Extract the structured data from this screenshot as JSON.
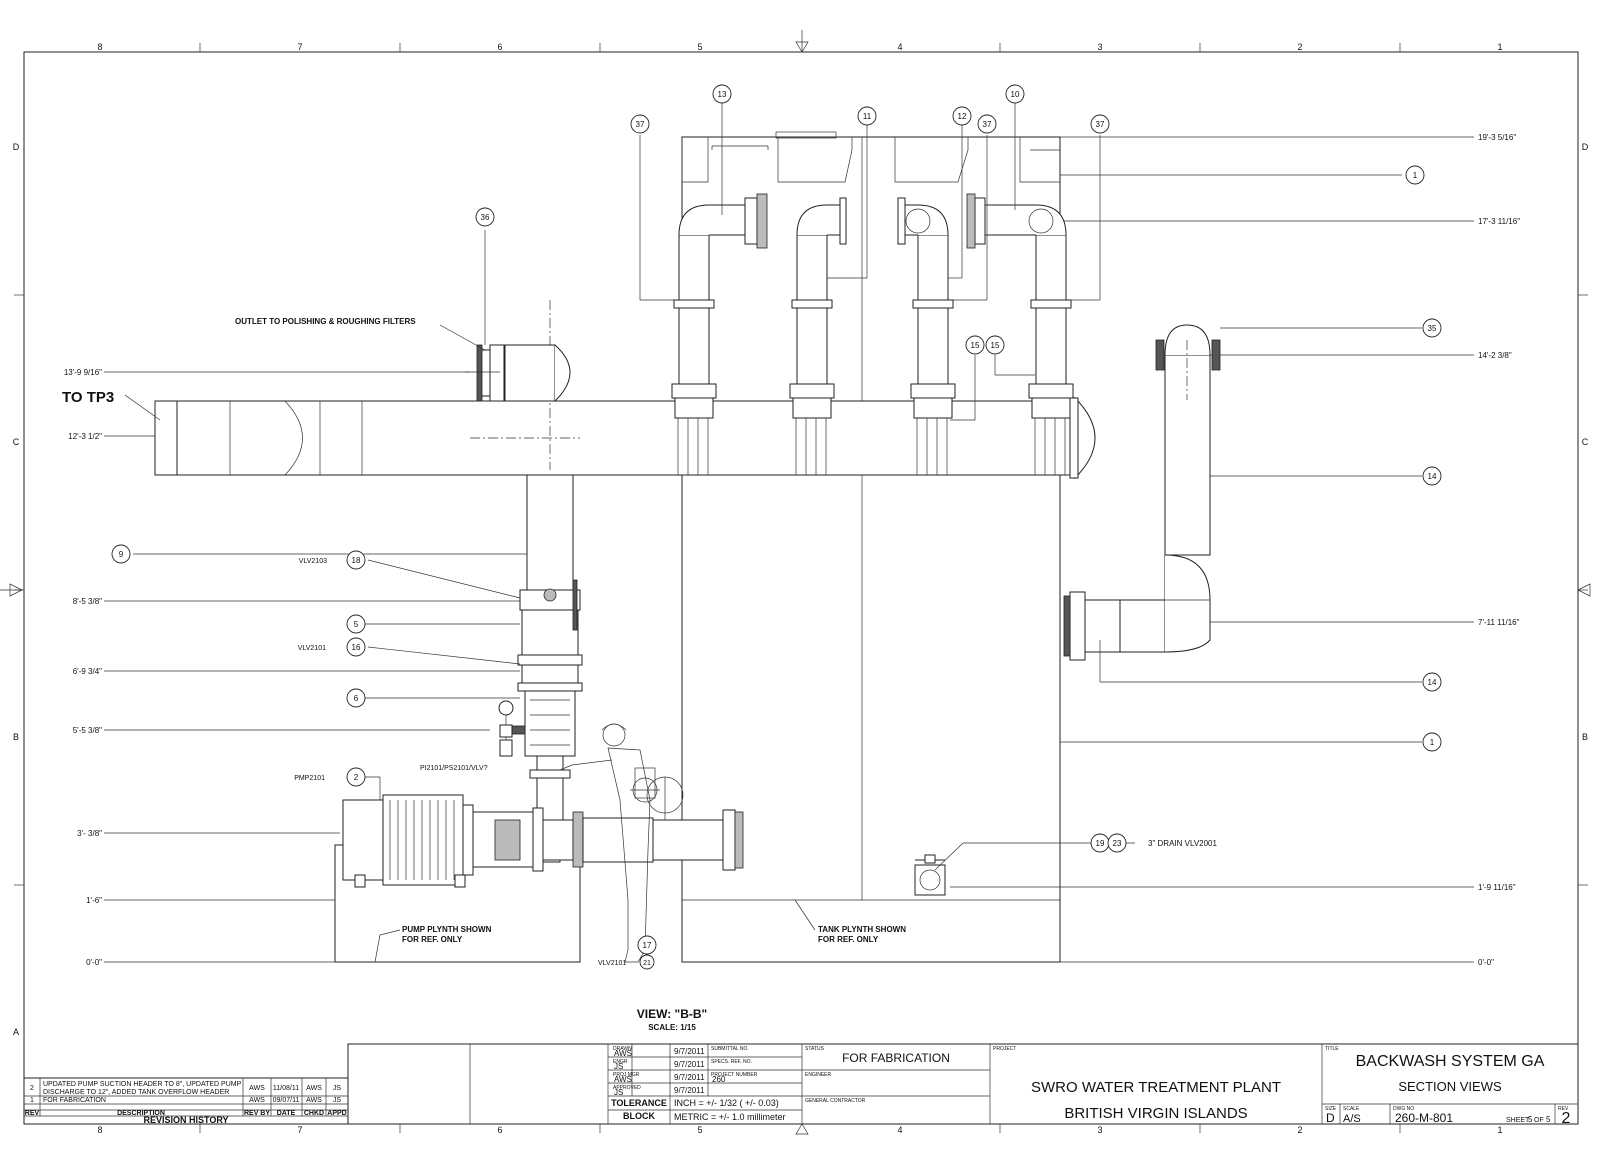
{
  "border": {
    "columns": [
      "8",
      "7",
      "6",
      "5",
      "4",
      "3",
      "2",
      "1"
    ],
    "rows": [
      "D",
      "C",
      "B",
      "A"
    ]
  },
  "view": {
    "title": "VIEW: \"B-B\"",
    "scale": "SCALE: 1/15"
  },
  "elevations": {
    "left": [
      "13'-9 9/16\"",
      "12'-3 1/2\"",
      "8'-5 3/8\"",
      "6'-9 3/4\"",
      "5'-5 3/8\"",
      "3'- 3/8\"",
      "1'-6\"",
      "0'-0\""
    ],
    "right": [
      "19'-3 5/16\"",
      "17'-3 11/16\"",
      "14'-2 3/8\"",
      "7'-11 11/16\"",
      "1'-9 11/16\"",
      "0'-0\""
    ]
  },
  "callouts": {
    "c36": "36",
    "c37a": "37",
    "c13": "13",
    "c11": "11",
    "c12": "12",
    "c37b": "37",
    "c10": "10",
    "c37c": "37",
    "c1a": "1",
    "c35": "35",
    "c15a": "15",
    "c15b": "15",
    "c14a": "14",
    "c14b": "14",
    "c1b": "1",
    "c9": "9",
    "c18": "18",
    "c5": "5",
    "c16": "16",
    "c6": "6",
    "c2": "2",
    "c19": "19",
    "c23": "23",
    "c17": "17",
    "c21": "21"
  },
  "labels": {
    "outlet": "OUTLET TO POLISHING & ROUGHING FILTERS",
    "totp3": "TO TP3",
    "vlv2103": "VLV2103",
    "vlv2101": "VLV2101",
    "pi2101": "PI2101/PS2101/VLV?",
    "pmp2101": "PMP2101",
    "drain": "3\" DRAIN VLV2001",
    "pump_plynth_1": "PUMP PLYNTH SHOWN",
    "pump_plynth_2": "FOR REF. ONLY",
    "tank_plynth_1": "TANK PLYNTH SHOWN",
    "tank_plynth_2": "FOR REF. ONLY",
    "vlv2101b": "VLV2101"
  },
  "revisions": {
    "rows": [
      {
        "rev": "2",
        "desc1": "UPDATED PUMP SUCTION HEADER TO 8\", UPDATED PUMP",
        "desc2": "DISCHARGE TO 12\", ADDED TANK OVERFLOW HEADER",
        "by": "AWS",
        "date": "11/08/11",
        "chkd": "AWS",
        "appd": "JS"
      },
      {
        "rev": "1",
        "desc1": "FOR FABRICATION",
        "desc2": "",
        "by": "AWS",
        "date": "09/07/11",
        "chkd": "AWS",
        "appd": "JS"
      }
    ],
    "headers": {
      "rev": "REV",
      "desc": "DESCRIPTION",
      "by": "REV BY",
      "date": "DATE",
      "chkd": "CHKD",
      "appd": "APPD"
    },
    "footer": "REVISION HISTORY"
  },
  "titleblock": {
    "drawn_label": "DRAWN",
    "drawn": "AWS",
    "drawn_date": "9/7/2011",
    "engr_label": "ENGR",
    "engr": "JS",
    "engr_date": "9/7/2011",
    "mgr_label": "PROJ MGR",
    "mgr": "AWS",
    "mgr_date": "9/7/2011",
    "appr_label": "APPROVED",
    "appr": "JS",
    "appr_date": "9/7/2011",
    "submittal_label": "SUBMITTAL NO.",
    "specs_label": "SPECS. REF. NO.",
    "projnum_label": "PROJECT NUMBER",
    "projnum": "260",
    "tolerance1": "TOLERANCE",
    "tolerance2": "BLOCK",
    "tol_inch": "INCH = +/- 1/32 ( +/- 0.03)",
    "tol_metric": "METRIC = +/- 1.0 millimeter",
    "status_label": "STATUS",
    "status": "FOR FABRICATION",
    "engineer_label": "ENGINEER",
    "contractor_label": "GENERAL CONTRACTOR",
    "project_label": "PROJECT",
    "project1": "SWRO WATER TREATMENT PLANT",
    "project2": "BRITISH VIRGIN ISLANDS",
    "title_label": "TITLE",
    "title1": "BACKWASH SYSTEM GA",
    "title2": "SECTION VIEWS",
    "size_label": "SIZE",
    "size": "D",
    "scale_label": "SCALE",
    "scale": "A/S",
    "dwg_label": "DWG NO",
    "dwg": "260-M-801",
    "sheet_label": "SHEET",
    "sheet": "5",
    "of_label": "OF",
    "sheet_total": "5",
    "rev_label": "REV",
    "rev": "2"
  }
}
